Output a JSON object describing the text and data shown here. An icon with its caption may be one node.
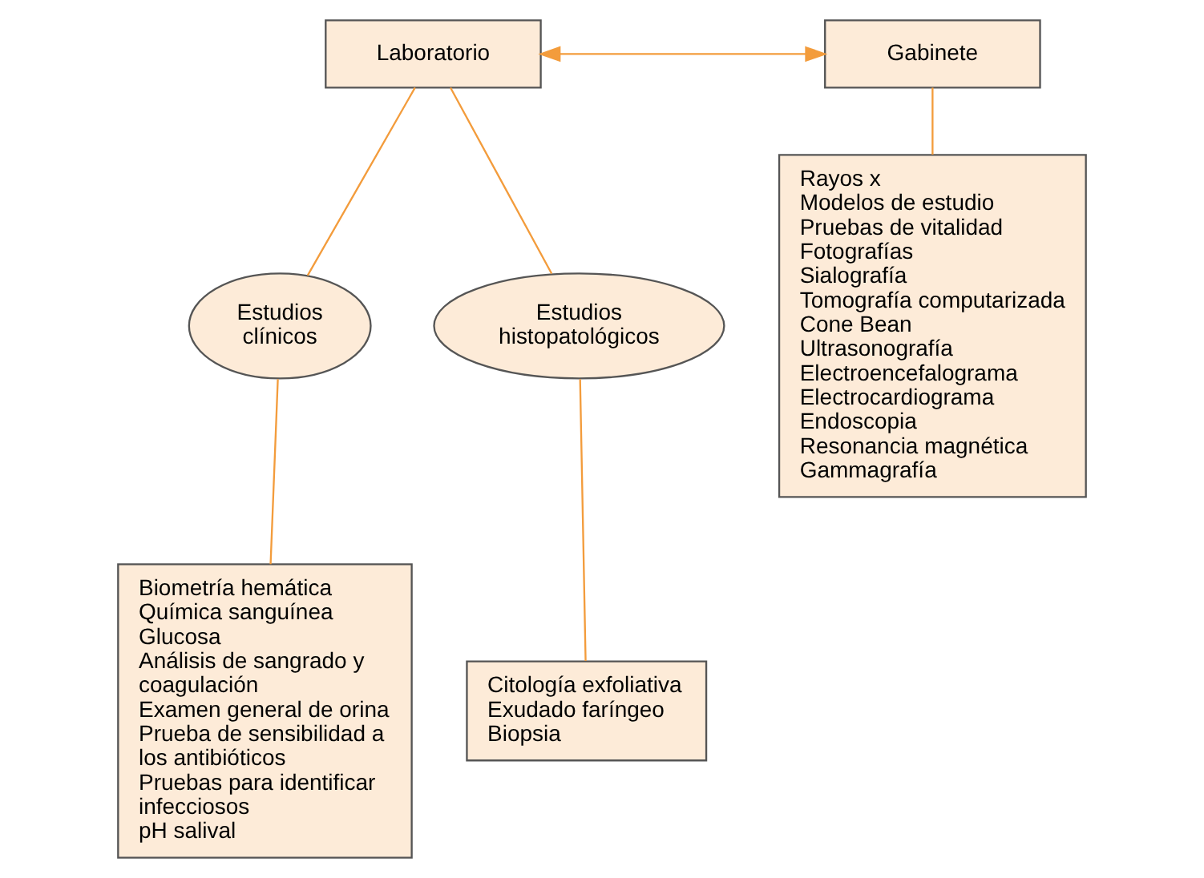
{
  "diagram": {
    "nodes": [
      {
        "text": [
          "Laboratorio"
        ]
      },
      {
        "text": [
          "Gabinete"
        ]
      },
      {
        "text": [
          "Estudios clínicos"
        ]
      },
      {
        "text": [
          "Estudios histopatológicos"
        ]
      },
      {
        "text": [
          "Biometría hemática",
          "Química sanguínea",
          "Glucosa",
          "Análisis de sangrado y coagulación",
          "Examen general de orina",
          "Prueba de sensibilidad a los antibióticos",
          "Pruebas para identificar infecciosos",
          "pH salival"
        ]
      },
      {
        "text": [
          "Citología exfoliativa",
          "Exudado faríngeo",
          "Biopsia"
        ]
      },
      {
        "text": [
          "Rayos x",
          "Modelos de estudio",
          "Pruebas de vitalidad",
          "Fotografías",
          "Sialografía",
          "Tomografía computarizada",
          "Cone Bean",
          "Ultrasonografía",
          "Electroencefalograma",
          "Electrocardiograma",
          "Endoscopia",
          "Resonancia magnética",
          "Gammagrafía"
        ]
      }
    ],
    "edges": [
      {
        "from": 0,
        "to": 1,
        "arrow": "both"
      },
      {
        "from": 0,
        "to": 2,
        "arrow": "none"
      },
      {
        "from": 0,
        "to": 3,
        "arrow": "none"
      },
      {
        "from": 2,
        "to": 4,
        "arrow": "none"
      },
      {
        "from": 3,
        "to": 5,
        "arrow": "none"
      },
      {
        "from": 1,
        "to": 6,
        "arrow": "none"
      }
    ]
  }
}
